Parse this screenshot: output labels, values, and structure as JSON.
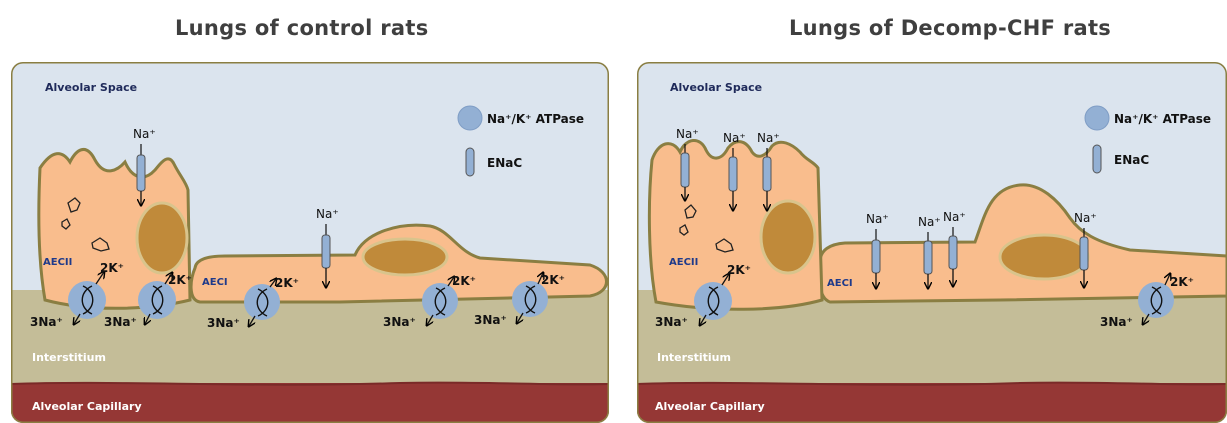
{
  "panels": [
    {
      "title": "Lungs of control rats",
      "alveolar_space": "Alveolar Space",
      "interstitium": "Interstitium",
      "capillary": "Alveolar Capillary",
      "aecii": "AECII",
      "aeci": "AECI",
      "legend": {
        "pump": "Na⁺/K⁺ ATPase",
        "channel": "ENaC"
      },
      "na_label": "Na⁺",
      "k_label": "2K⁺",
      "na3_label": "3Na⁺"
    },
    {
      "title": "Lungs of Decomp-CHF rats",
      "alveolar_space": "Alveolar Space",
      "interstitium": "Interstitium",
      "capillary": "Alveolar Capillary",
      "aecii": "AECII",
      "aeci": "AECI",
      "legend": {
        "pump": "Na⁺/K⁺ ATPase",
        "channel": "ENaC"
      },
      "na_label": "Na⁺",
      "k_label": "2K⁺",
      "na3_label": "3Na⁺"
    }
  ],
  "colors": {
    "space": "#dbe4ee",
    "interstitium": "#c4bd98",
    "capillary": "#953735",
    "cell": "#f9bd8d",
    "border": "#8a7e42",
    "nucleus": "#c08a3a",
    "protein": "#93b0d4"
  }
}
